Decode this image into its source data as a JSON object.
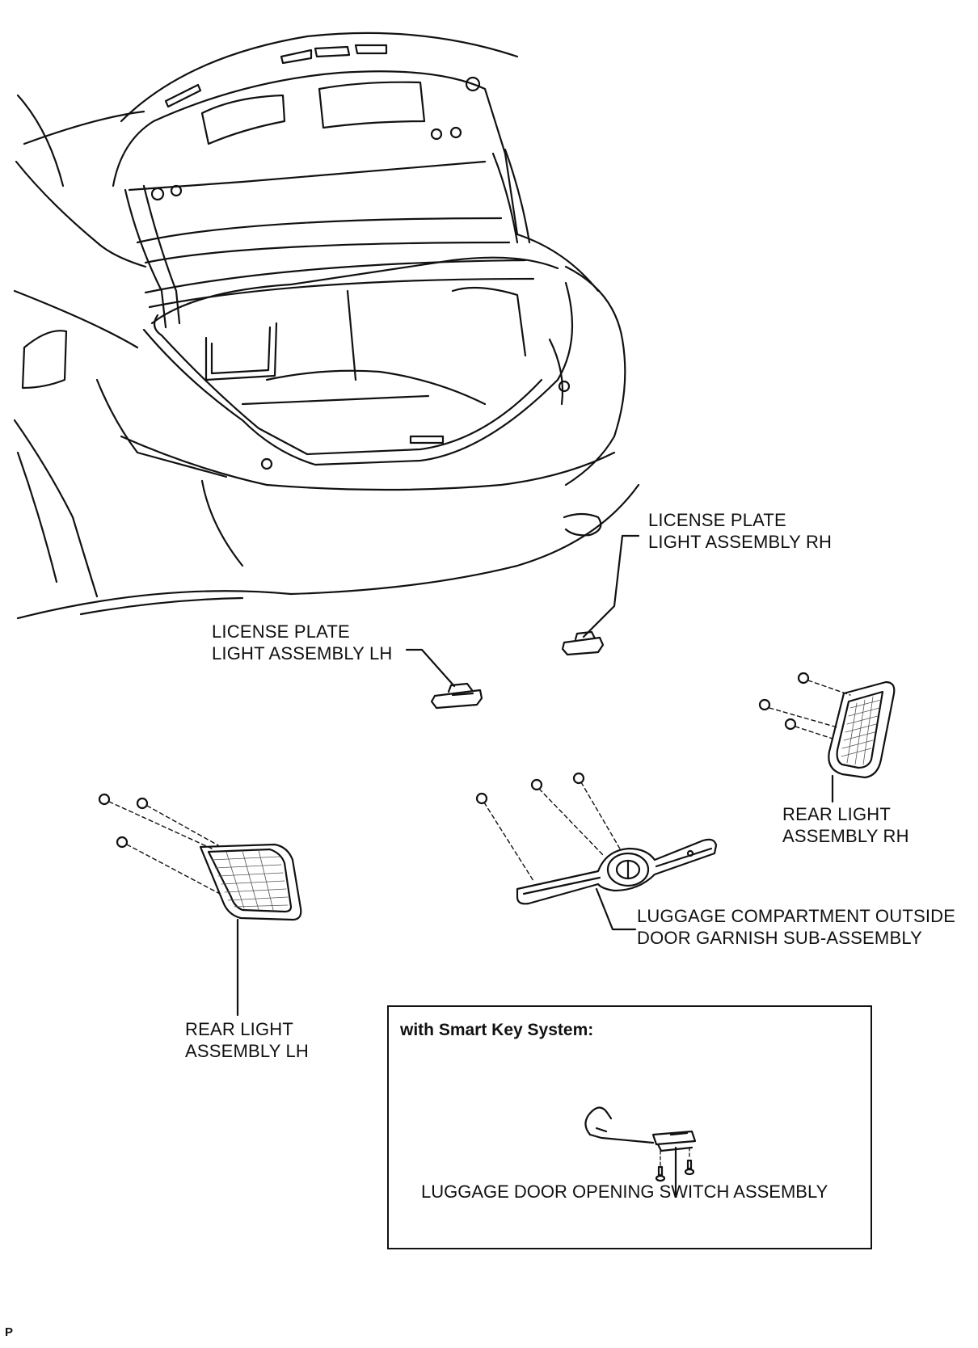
{
  "labels": {
    "license_rh_line1": "LICENSE PLATE",
    "license_rh_line2": "LIGHT ASSEMBLY RH",
    "license_lh_line1": "LICENSE PLATE",
    "license_lh_line2": "LIGHT ASSEMBLY LH",
    "rear_rh_line1": "REAR LIGHT",
    "rear_rh_line2": "ASSEMBLY RH",
    "rear_lh_line1": "REAR LIGHT",
    "rear_lh_line2": "ASSEMBLY LH",
    "garnish_line1": "LUGGAGE COMPARTMENT OUTSIDE",
    "garnish_line2": "DOOR GARNISH SUB-ASSEMBLY"
  },
  "inset": {
    "title": "with Smart Key System:",
    "switch_label": "LUGGAGE DOOR OPENING SWITCH ASSEMBLY"
  },
  "reference_mark": "P"
}
